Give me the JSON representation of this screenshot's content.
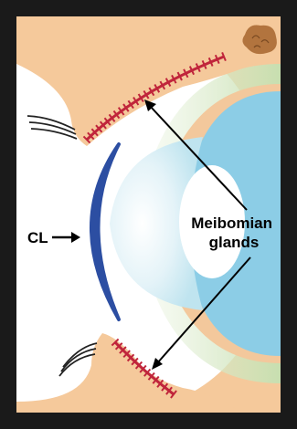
{
  "labels": {
    "contact_lens": "CL",
    "glands_line1": "Meibomian",
    "glands_line2": "glands"
  },
  "colors": {
    "frame": "#1a1a1a",
    "background": "#ffffff",
    "eyelid_skin": "#f5c99b",
    "eyeball_green": "#cde3b8",
    "cornea": "#b9e2ee",
    "cornea_light": "#e6f5f8",
    "iris_sclera_blue": "#8ccde6",
    "lens_white": "#ffffff",
    "gland_red": "#c0253b",
    "contact_lens_blue": "#2c4ea2",
    "growth_brown": "#b2743e",
    "eyelash": "#222222",
    "arrow": "#000000"
  }
}
